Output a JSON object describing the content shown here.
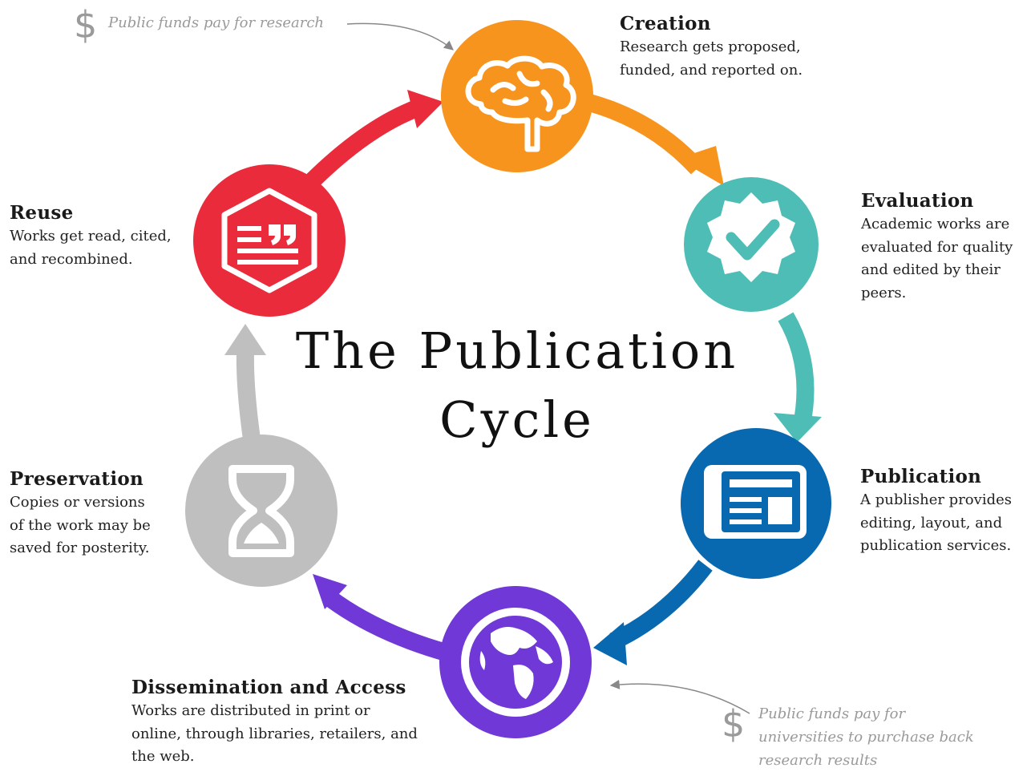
{
  "title": "The Publication\nCycle",
  "stages": {
    "creation": {
      "title": "Creation",
      "desc": "Research gets proposed,\nfunded, and reported on.",
      "color": "#F7941D"
    },
    "evaluation": {
      "title": "Evaluation",
      "desc": "Academic works are\nevaluated for quality\nand edited by their\npeers.",
      "color": "#4DBDB6"
    },
    "publication": {
      "title": "Publication",
      "desc": "A publisher provides\nediting, layout, and\npublication services.",
      "color": "#0869B0"
    },
    "dissemination": {
      "title": "Dissemination and Access",
      "desc": "Works are distributed in print or\nonline, through libraries, retailers, and\nthe web.",
      "color": "#7038D6"
    },
    "preservation": {
      "title": "Preservation",
      "desc": "Copies or versions\nof the work may be\nsaved for posterity.",
      "color": "#BFBFBF"
    },
    "reuse": {
      "title": "Reuse",
      "desc": "Works get read, cited,\nand recombined.",
      "color": "#EA2B3B"
    }
  },
  "notes": {
    "research": {
      "symbol": "$",
      "text": "Public funds pay for research"
    },
    "universities": {
      "symbol": "$",
      "text": "Public funds pay for\nuniversities to purchase back\nresearch results"
    }
  },
  "icons": {
    "creation": "brain-icon",
    "evaluation": "checkmark-badge-icon",
    "publication": "newspaper-icon",
    "dissemination": "globe-icon",
    "preservation": "hourglass-icon",
    "reuse": "quote-document-icon"
  }
}
